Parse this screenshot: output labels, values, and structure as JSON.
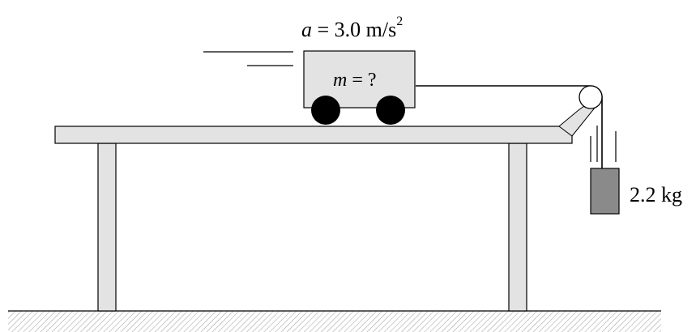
{
  "labels": {
    "accel_italic": "a",
    "accel_eq": " = 3.0 m/s",
    "accel_exp": "2",
    "cart_mass_italic": "m",
    "cart_mass_rest": " = ?",
    "hanging_mass": "2.2 kg"
  },
  "colors": {
    "cart_fill": "#e3e3e3",
    "table_fill": "#e3e3e3",
    "hanging_block_fill": "#8a8a8a",
    "wheel_fill": "#000000",
    "ground_hatch": "#9a9a9a",
    "outline": "#000000"
  }
}
